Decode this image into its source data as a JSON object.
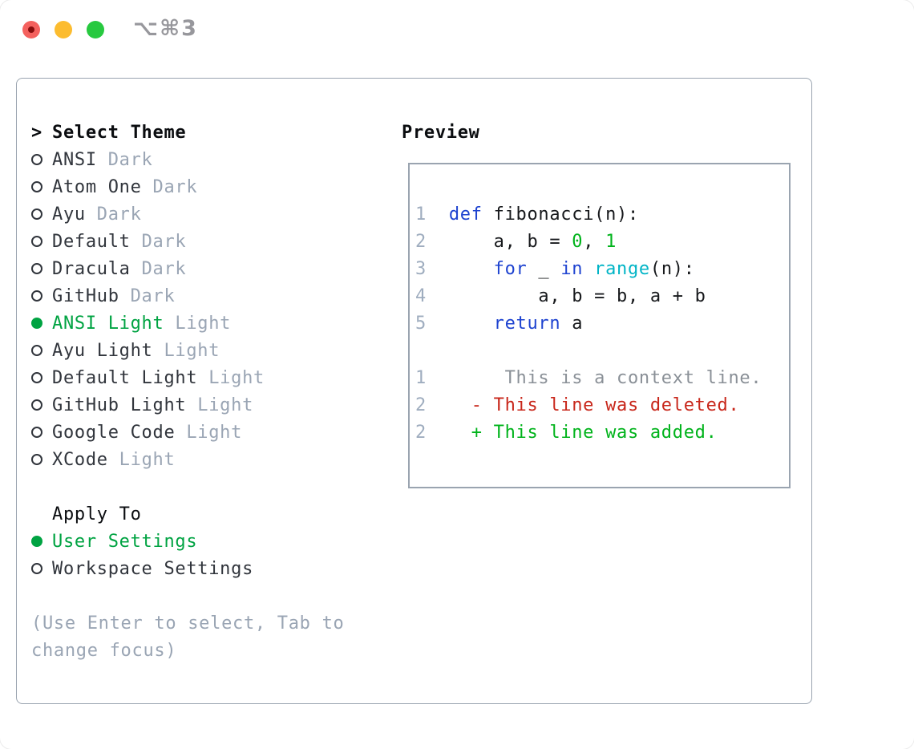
{
  "titlebar": {
    "shortcut": "⌥⌘3"
  },
  "theme_panel": {
    "cursor": ">",
    "header": "Select Theme",
    "items": [
      {
        "name": "ANSI",
        "variant": "Dark",
        "selected": false
      },
      {
        "name": "Atom One",
        "variant": "Dark",
        "selected": false
      },
      {
        "name": "Ayu",
        "variant": "Dark",
        "selected": false
      },
      {
        "name": "Default",
        "variant": "Dark",
        "selected": false
      },
      {
        "name": "Dracula",
        "variant": "Dark",
        "selected": false
      },
      {
        "name": "GitHub",
        "variant": "Dark",
        "selected": false
      },
      {
        "name": "ANSI Light",
        "variant": "Light",
        "selected": true
      },
      {
        "name": "Ayu Light",
        "variant": "Light",
        "selected": false
      },
      {
        "name": "Default Light",
        "variant": "Light",
        "selected": false
      },
      {
        "name": "GitHub Light",
        "variant": "Light",
        "selected": false
      },
      {
        "name": "Google Code",
        "variant": "Light",
        "selected": false
      },
      {
        "name": "XCode",
        "variant": "Light",
        "selected": false
      }
    ]
  },
  "apply_panel": {
    "header": "Apply To",
    "items": [
      {
        "name": "User Settings",
        "selected": true
      },
      {
        "name": "Workspace Settings",
        "selected": false
      }
    ]
  },
  "help": {
    "lines": [
      "(Use Enter to select, Tab to",
      "change focus)"
    ]
  },
  "preview": {
    "header": "Preview",
    "code_lines": [
      {
        "num": "1",
        "tokens": [
          {
            "t": "def",
            "c": "kw"
          },
          {
            "t": " fibonacci(n):",
            "c": "fg"
          }
        ]
      },
      {
        "num": "2",
        "tokens": [
          {
            "t": "    a, b = ",
            "c": "fg"
          },
          {
            "t": "0",
            "c": "num"
          },
          {
            "t": ", ",
            "c": "fg"
          },
          {
            "t": "1",
            "c": "num"
          }
        ]
      },
      {
        "num": "3",
        "tokens": [
          {
            "t": "    ",
            "c": "fg"
          },
          {
            "t": "for",
            "c": "kw"
          },
          {
            "t": " _ ",
            "c": "fg"
          },
          {
            "t": "in",
            "c": "kw"
          },
          {
            "t": " ",
            "c": "fg"
          },
          {
            "t": "range",
            "c": "builtin"
          },
          {
            "t": "(n):",
            "c": "fg"
          }
        ]
      },
      {
        "num": "4",
        "tokens": [
          {
            "t": "        a, b = b, a + b",
            "c": "fg"
          }
        ]
      },
      {
        "num": "5",
        "tokens": [
          {
            "t": "    ",
            "c": "fg"
          },
          {
            "t": "return",
            "c": "kw"
          },
          {
            "t": " a",
            "c": "fg"
          }
        ]
      }
    ],
    "diff_lines": [
      {
        "num": "1",
        "kind": "context",
        "tokens": [
          {
            "t": "     This is a context line.",
            "c": "ctx"
          }
        ]
      },
      {
        "num": "2",
        "kind": "deleted",
        "tokens": [
          {
            "t": "  - This line was deleted.",
            "c": "del"
          }
        ]
      },
      {
        "num": "2",
        "kind": "added",
        "tokens": [
          {
            "t": "  + This line was added.",
            "c": "add"
          }
        ]
      }
    ]
  },
  "colors": {
    "panel_border": "#9aa4b0",
    "text_header": "#0b0d10",
    "text_primary": "#31353c",
    "text_muted": "#9aa5b4",
    "selected_green": "#00a342",
    "code_fg": "#17191c",
    "keyword_blue": "#1e43d0",
    "builtin_cyan": "#00b4c6",
    "number_green": "#00b31b",
    "diff_context": "#8a9097",
    "diff_deleted": "#c8271b",
    "diff_added": "#00b31b",
    "line_number": "#9fadbf",
    "traffic_red": "#f4615e",
    "traffic_red_dot": "#870d0d",
    "traffic_yellow": "#fcbc2f",
    "traffic_green": "#27c93f",
    "shortcut_gray": "#97979c"
  }
}
